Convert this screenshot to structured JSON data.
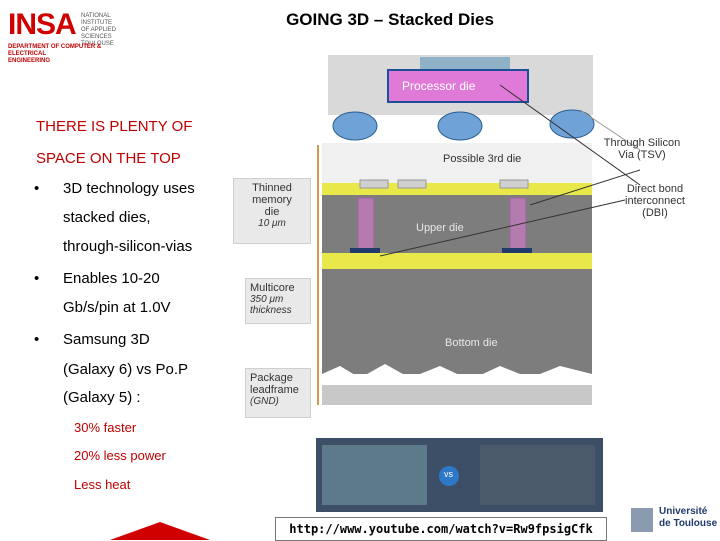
{
  "logo": {
    "brand": "INSA",
    "lines": [
      "NATIONAL INSTITUTE",
      "OF APPLIED",
      "SCIENCES",
      "TOULOUSE"
    ],
    "dept": [
      "DEPARTMENT OF COMPUTER & ELECTRICAL",
      "ENGINEERING"
    ]
  },
  "slide": {
    "title": "GOING 3D – Stacked Dies",
    "heading_1": "THERE IS PLENTY OF",
    "heading_2": "SPACE ON THE TOP",
    "bullets": [
      {
        "lines": [
          "3D technology uses",
          "stacked dies,",
          "through-silicon-vias"
        ]
      },
      {
        "lines": [
          "Enables 10-20",
          "Gb/s/pin at 1.0V"
        ]
      },
      {
        "lines": [
          "Samsung 3D",
          "(Galaxy 6) vs Po.P",
          "(Galaxy 5) :"
        ]
      }
    ],
    "sub_points": [
      "30% faster",
      "20% less power",
      "Less heat"
    ]
  },
  "diagram": {
    "processor": "Processor die",
    "possible": "Possible 3rd die",
    "upper": "Upper die",
    "bottom": "Bottom die",
    "tsv": [
      "Through Silicon",
      "Via (TSV)"
    ],
    "dbi": [
      "Direct bond",
      "interconnect",
      "(DBI)"
    ],
    "thinned": [
      "Thinned",
      "memory",
      "die"
    ],
    "thinned_dim": "10 μm",
    "multicore": "Multicore",
    "multicore_dim": [
      "350 μm",
      "thickness"
    ],
    "package": [
      "Package",
      "leadframe"
    ],
    "package_note": "(GND)"
  },
  "video": {
    "vs_label": "vs",
    "url": "http://www.youtube.com/watch?v=Rw9fpsigCfk"
  },
  "footer_logo": [
    "Université",
    "de Toulouse"
  ],
  "colors": {
    "accent_red": "#c00000",
    "processor_pink": "#e07ad8",
    "die_gray": "#7d7d7d"
  }
}
